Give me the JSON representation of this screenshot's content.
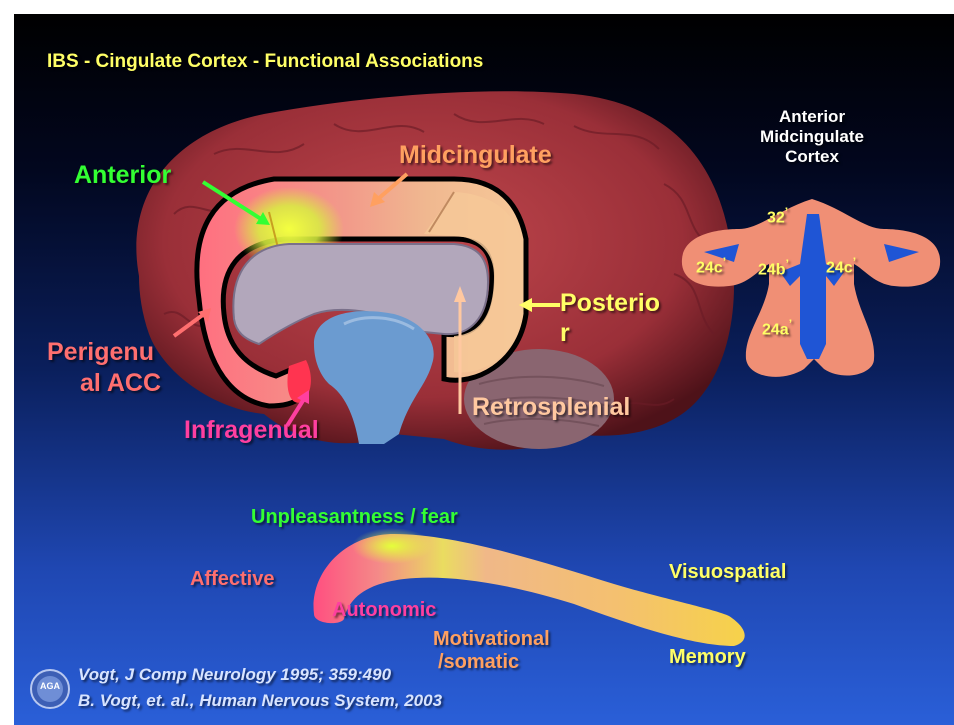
{
  "title": "IBS - Cingulate Cortex - Functional Associations",
  "regions": {
    "anterior": "Anterior",
    "midcingulate": "Midcingulate",
    "posterior_line1": "Posterio",
    "posterior_line2": "r",
    "perigenual_line1": "Perigenu",
    "perigenual_line2": "al ACC",
    "infragenual": "Infragenual",
    "retrosplenial": "Retrosplenial"
  },
  "inset": {
    "title_line1": "Anterior",
    "title_line2": "Midcingulate",
    "title_line3": "Cortex",
    "areas": [
      "32",
      "24c",
      "24b",
      "24c",
      "24a"
    ],
    "prime_mark": "’"
  },
  "functions": {
    "unpleasantness": "Unpleasantness / fear",
    "affective": "Affective",
    "autonomic": "Autonomic",
    "motivational_line1": "Motivational",
    "motivational_line2": "/somatic",
    "visuospatial": "Visuospatial",
    "memory": "Memory"
  },
  "citations": {
    "line1": "Vogt, J Comp Neurology 1995; 359:490",
    "line2": "B. Vogt, et. al., Human Nervous System, 2003"
  },
  "logo_text": "AGA",
  "colors": {
    "title": "#ffff66",
    "anterior": "#33ff33",
    "orange": "#ffa060",
    "yellow": "#ffff66",
    "salmon": "#ff6f6f",
    "magenta": "#ff3fa0",
    "white": "#ffffff"
  }
}
